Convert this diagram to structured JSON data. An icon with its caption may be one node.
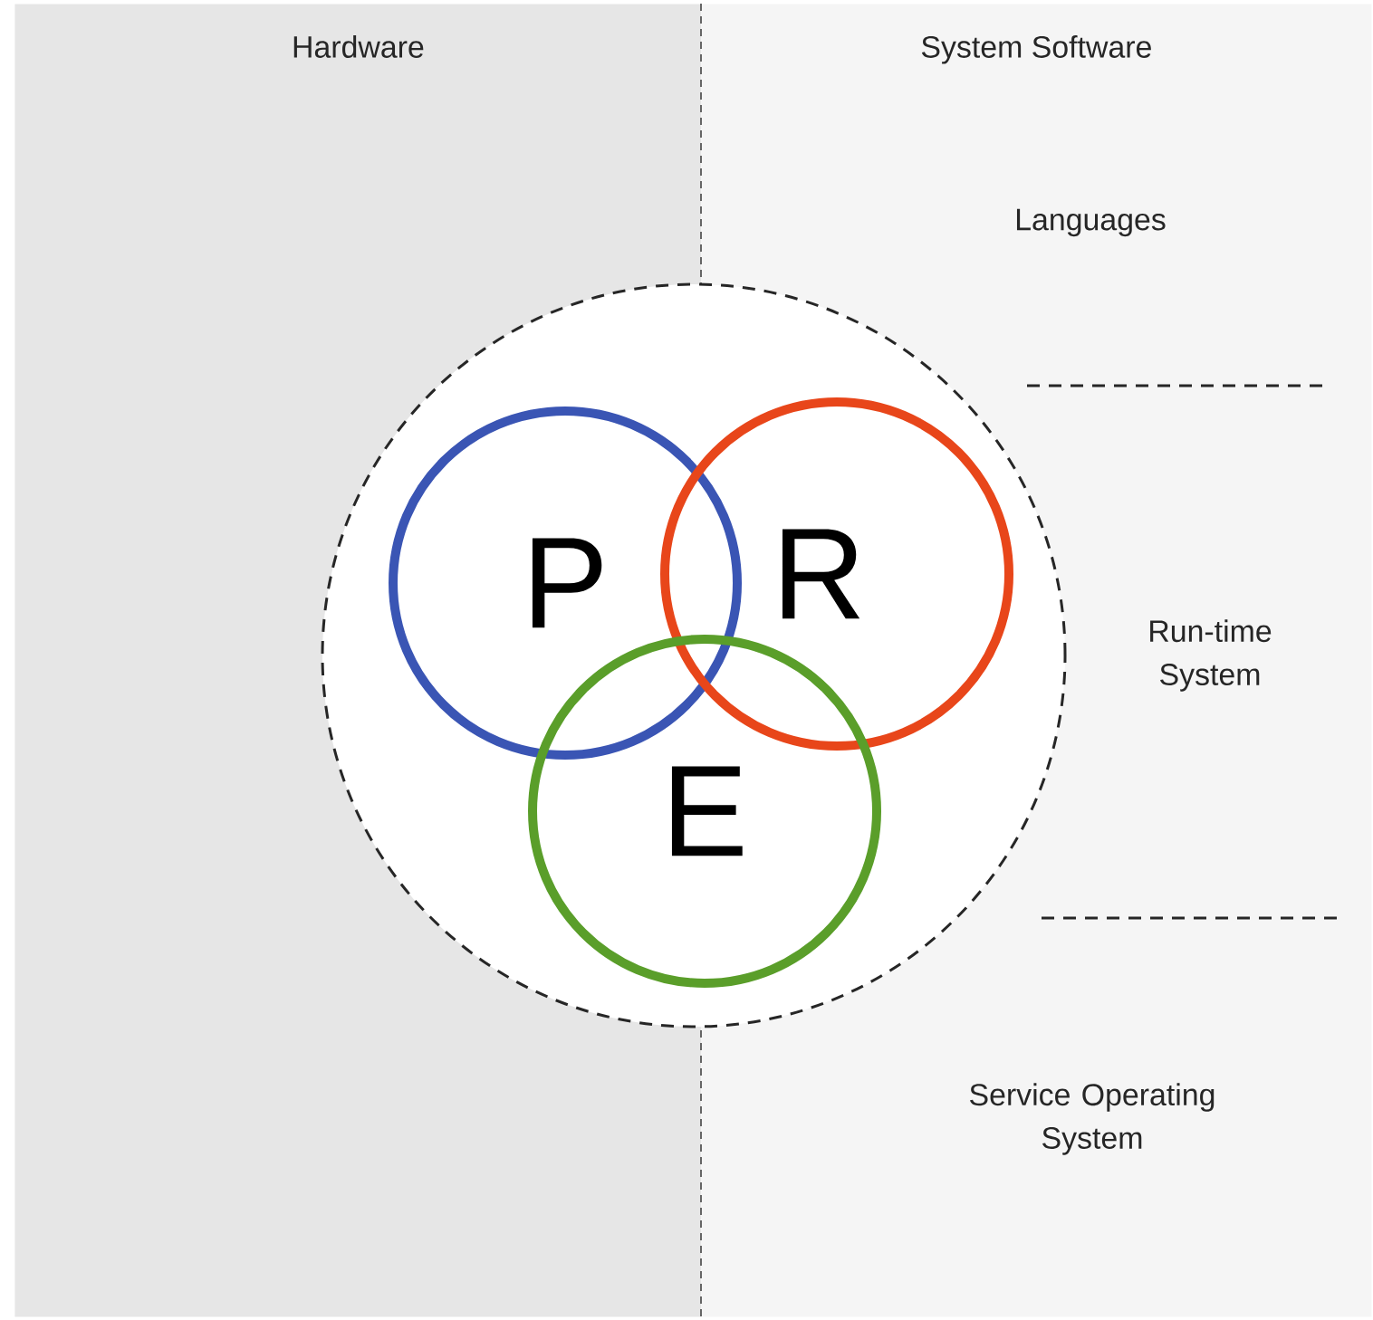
{
  "diagram": {
    "nodes": [
      {
        "text": [
          "Hardware"
        ]
      },
      {
        "text": [
          "System Software"
        ]
      },
      {
        "text": [],
        "shape": "circle"
      },
      {
        "text": [
          "P"
        ],
        "in": 2
      },
      {
        "text": [
          "R"
        ],
        "in": 2
      },
      {
        "text": [
          "E"
        ],
        "in": 2
      }
    ],
    "labels": [
      "Languages",
      "Run-time System",
      "Service Operating System"
    ]
  }
}
